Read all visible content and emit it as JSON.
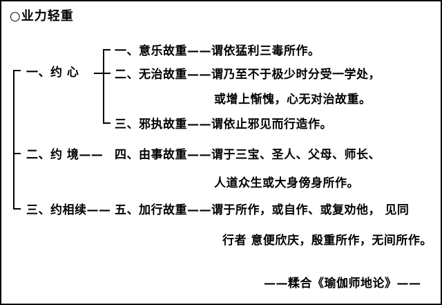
{
  "title": "○业力轻重",
  "branches": [
    {
      "label": "一、约 心",
      "items": [
        "一、意乐故重——谓依猛利三毒所作。",
        "二、无治故重——谓乃至不于极少时分受一学处，",
        "三、邪执故重——谓依止邪见而行造作。"
      ],
      "continuation": "或增上惭愧，心无对治故重。"
    },
    {
      "label": "二、约 境——",
      "line1": "四、由事故重——谓于三宝、圣人、父母、师长、",
      "line2": "人道众生或大身傍身所作。"
    },
    {
      "label": "三、约相续——",
      "line1": "五、加行故重——谓于所作，或自作、或复劝他， 见同",
      "line2": "行者 意便欣庆，殷重所作，无间所作。"
    }
  ],
  "source": "——糅合《瑜伽师地论》——"
}
